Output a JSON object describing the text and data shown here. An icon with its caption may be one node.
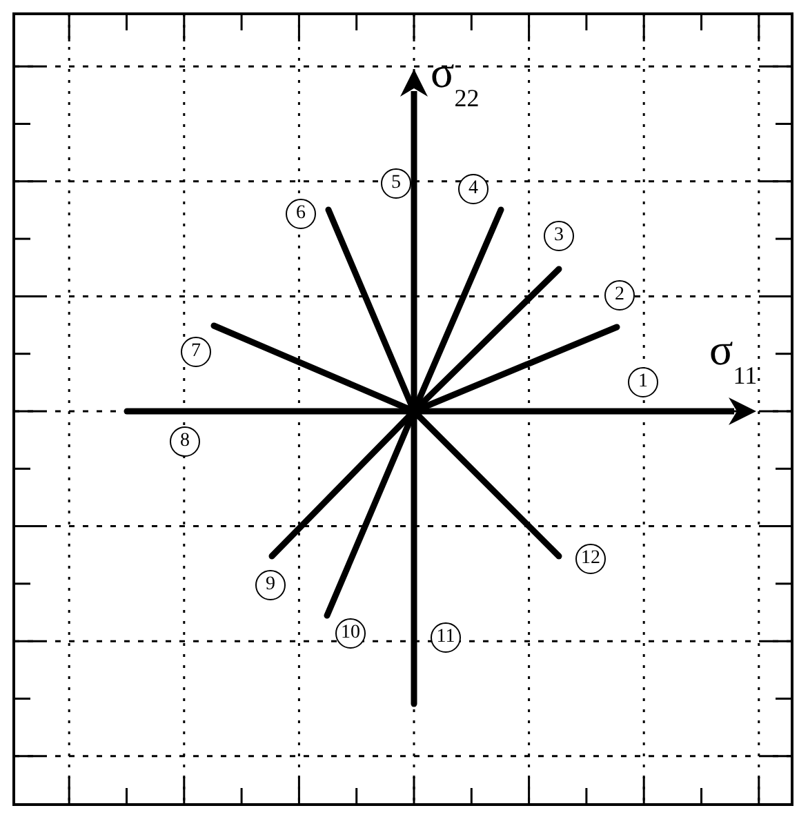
{
  "diagram": {
    "labels": [
      "σ$_{22}$",
      "5",
      "4",
      "6",
      "3",
      "2",
      "7",
      "σ$_{11}$",
      "1",
      "8",
      "9",
      "12",
      "10",
      "11"
    ]
  }
}
